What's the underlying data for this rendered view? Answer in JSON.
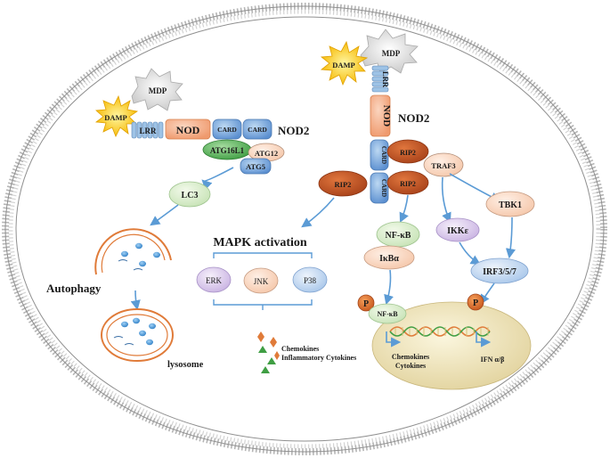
{
  "left_complex": {
    "damp": "DAMP",
    "mdp": "MDP",
    "lrr": "LRR",
    "nod": "NOD",
    "card1": "CARD",
    "card2": "CARD",
    "nod2": "NOD2",
    "atg16l1": "ATG16L1",
    "atg12": "ATG12",
    "atg5": "ATG5",
    "lc3": "LC3",
    "autophagy": "Autophagy",
    "lysosome": "lysosome"
  },
  "right_complex": {
    "damp": "DAMP",
    "mdp": "MDP",
    "lrr": "LRR",
    "nod": "NOD",
    "nod2": "NOD2",
    "card1": "CARD",
    "card2": "CARD",
    "rip2_top": "RIP2",
    "rip2_mid": "RIP2",
    "rip2_left": "RIP2",
    "traf3": "TRAF3"
  },
  "mapk": {
    "title": "MAPK activation",
    "erk": "ERK",
    "jnk": "JNK",
    "p38": "P38"
  },
  "nfkb_path": {
    "nfkb": "NF-κB",
    "ikba": "IκBα",
    "p": "P",
    "nfkb_nucleus": "NF-κB"
  },
  "irf_path": {
    "tbk1": "TBK1",
    "ikke": "IKKε",
    "irf": "IRF3/5/7",
    "p": "P"
  },
  "nucleus": {
    "out1_line1": "Chemokines",
    "out1_line2": "Cytokines",
    "out2": "IFN α/β"
  },
  "legend": {
    "line1": "Chemokines",
    "line2": "Inflammatory Cytokines"
  },
  "colors": {
    "membrane": "#9a9a9a",
    "nod": "#f4a582",
    "card": "#6fa8dc",
    "rip2": "#c0521f",
    "atg16l1": "#5cb85c",
    "nucleus": "#e8ddb0",
    "arrow": "#5b9bd5"
  }
}
